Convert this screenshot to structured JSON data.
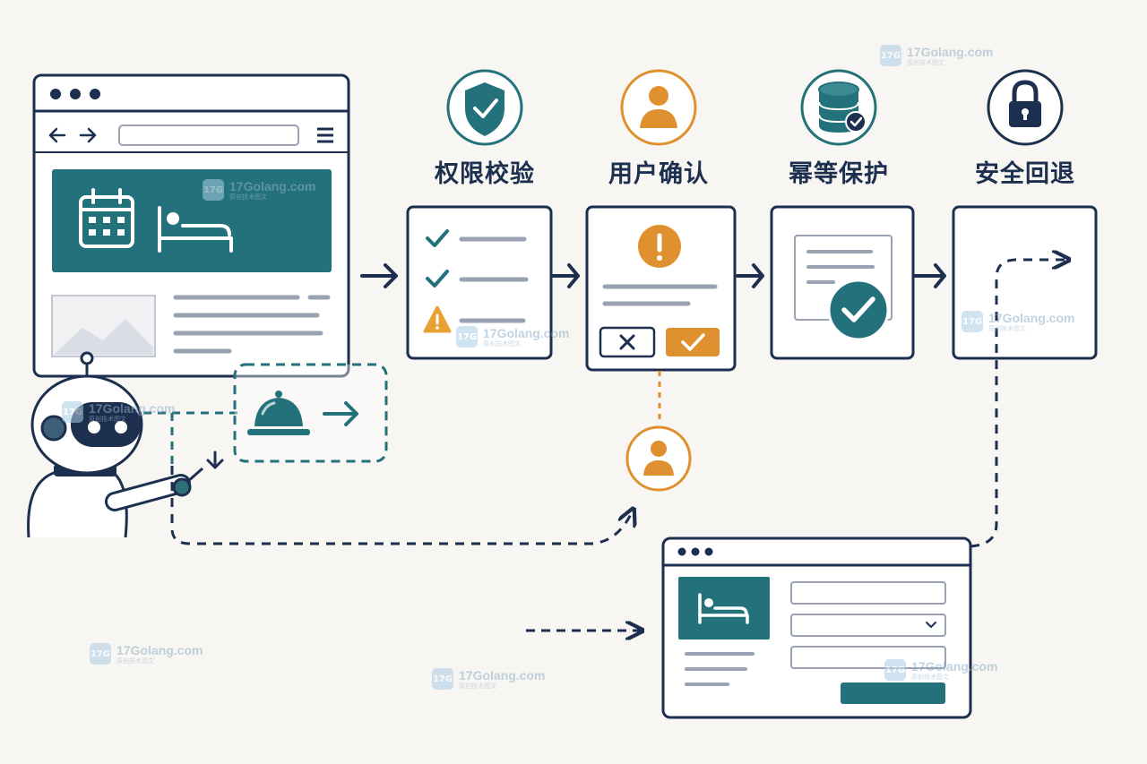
{
  "steps": [
    {
      "label": "权限校验",
      "icon": "shield-check-icon"
    },
    {
      "label": "用户确认",
      "icon": "user-icon"
    },
    {
      "label": "幂等保护",
      "icon": "database-check-icon"
    },
    {
      "label": "安全回退",
      "icon": "lock-icon"
    }
  ],
  "watermark": {
    "domain": "17Golang.com",
    "sub": "原创技术图文",
    "logo": "17G"
  },
  "colors": {
    "navy": "#1d2f4f",
    "teal": "#23717a",
    "orange": "#e0912f",
    "warning": "#e8a234",
    "gray": "#9aa1b3",
    "background": "#f8f6f2"
  },
  "icons": {
    "browser": "browser-window-icon",
    "calendar": "calendar-icon",
    "bed": "bed-icon",
    "robot": "robot-icon",
    "service_bell": "service-bell-icon",
    "warning": "warning-icon",
    "alert": "exclamation-icon",
    "cancel": "x-icon",
    "confirm": "check-icon",
    "document": "document-icon",
    "person": "person-icon"
  }
}
